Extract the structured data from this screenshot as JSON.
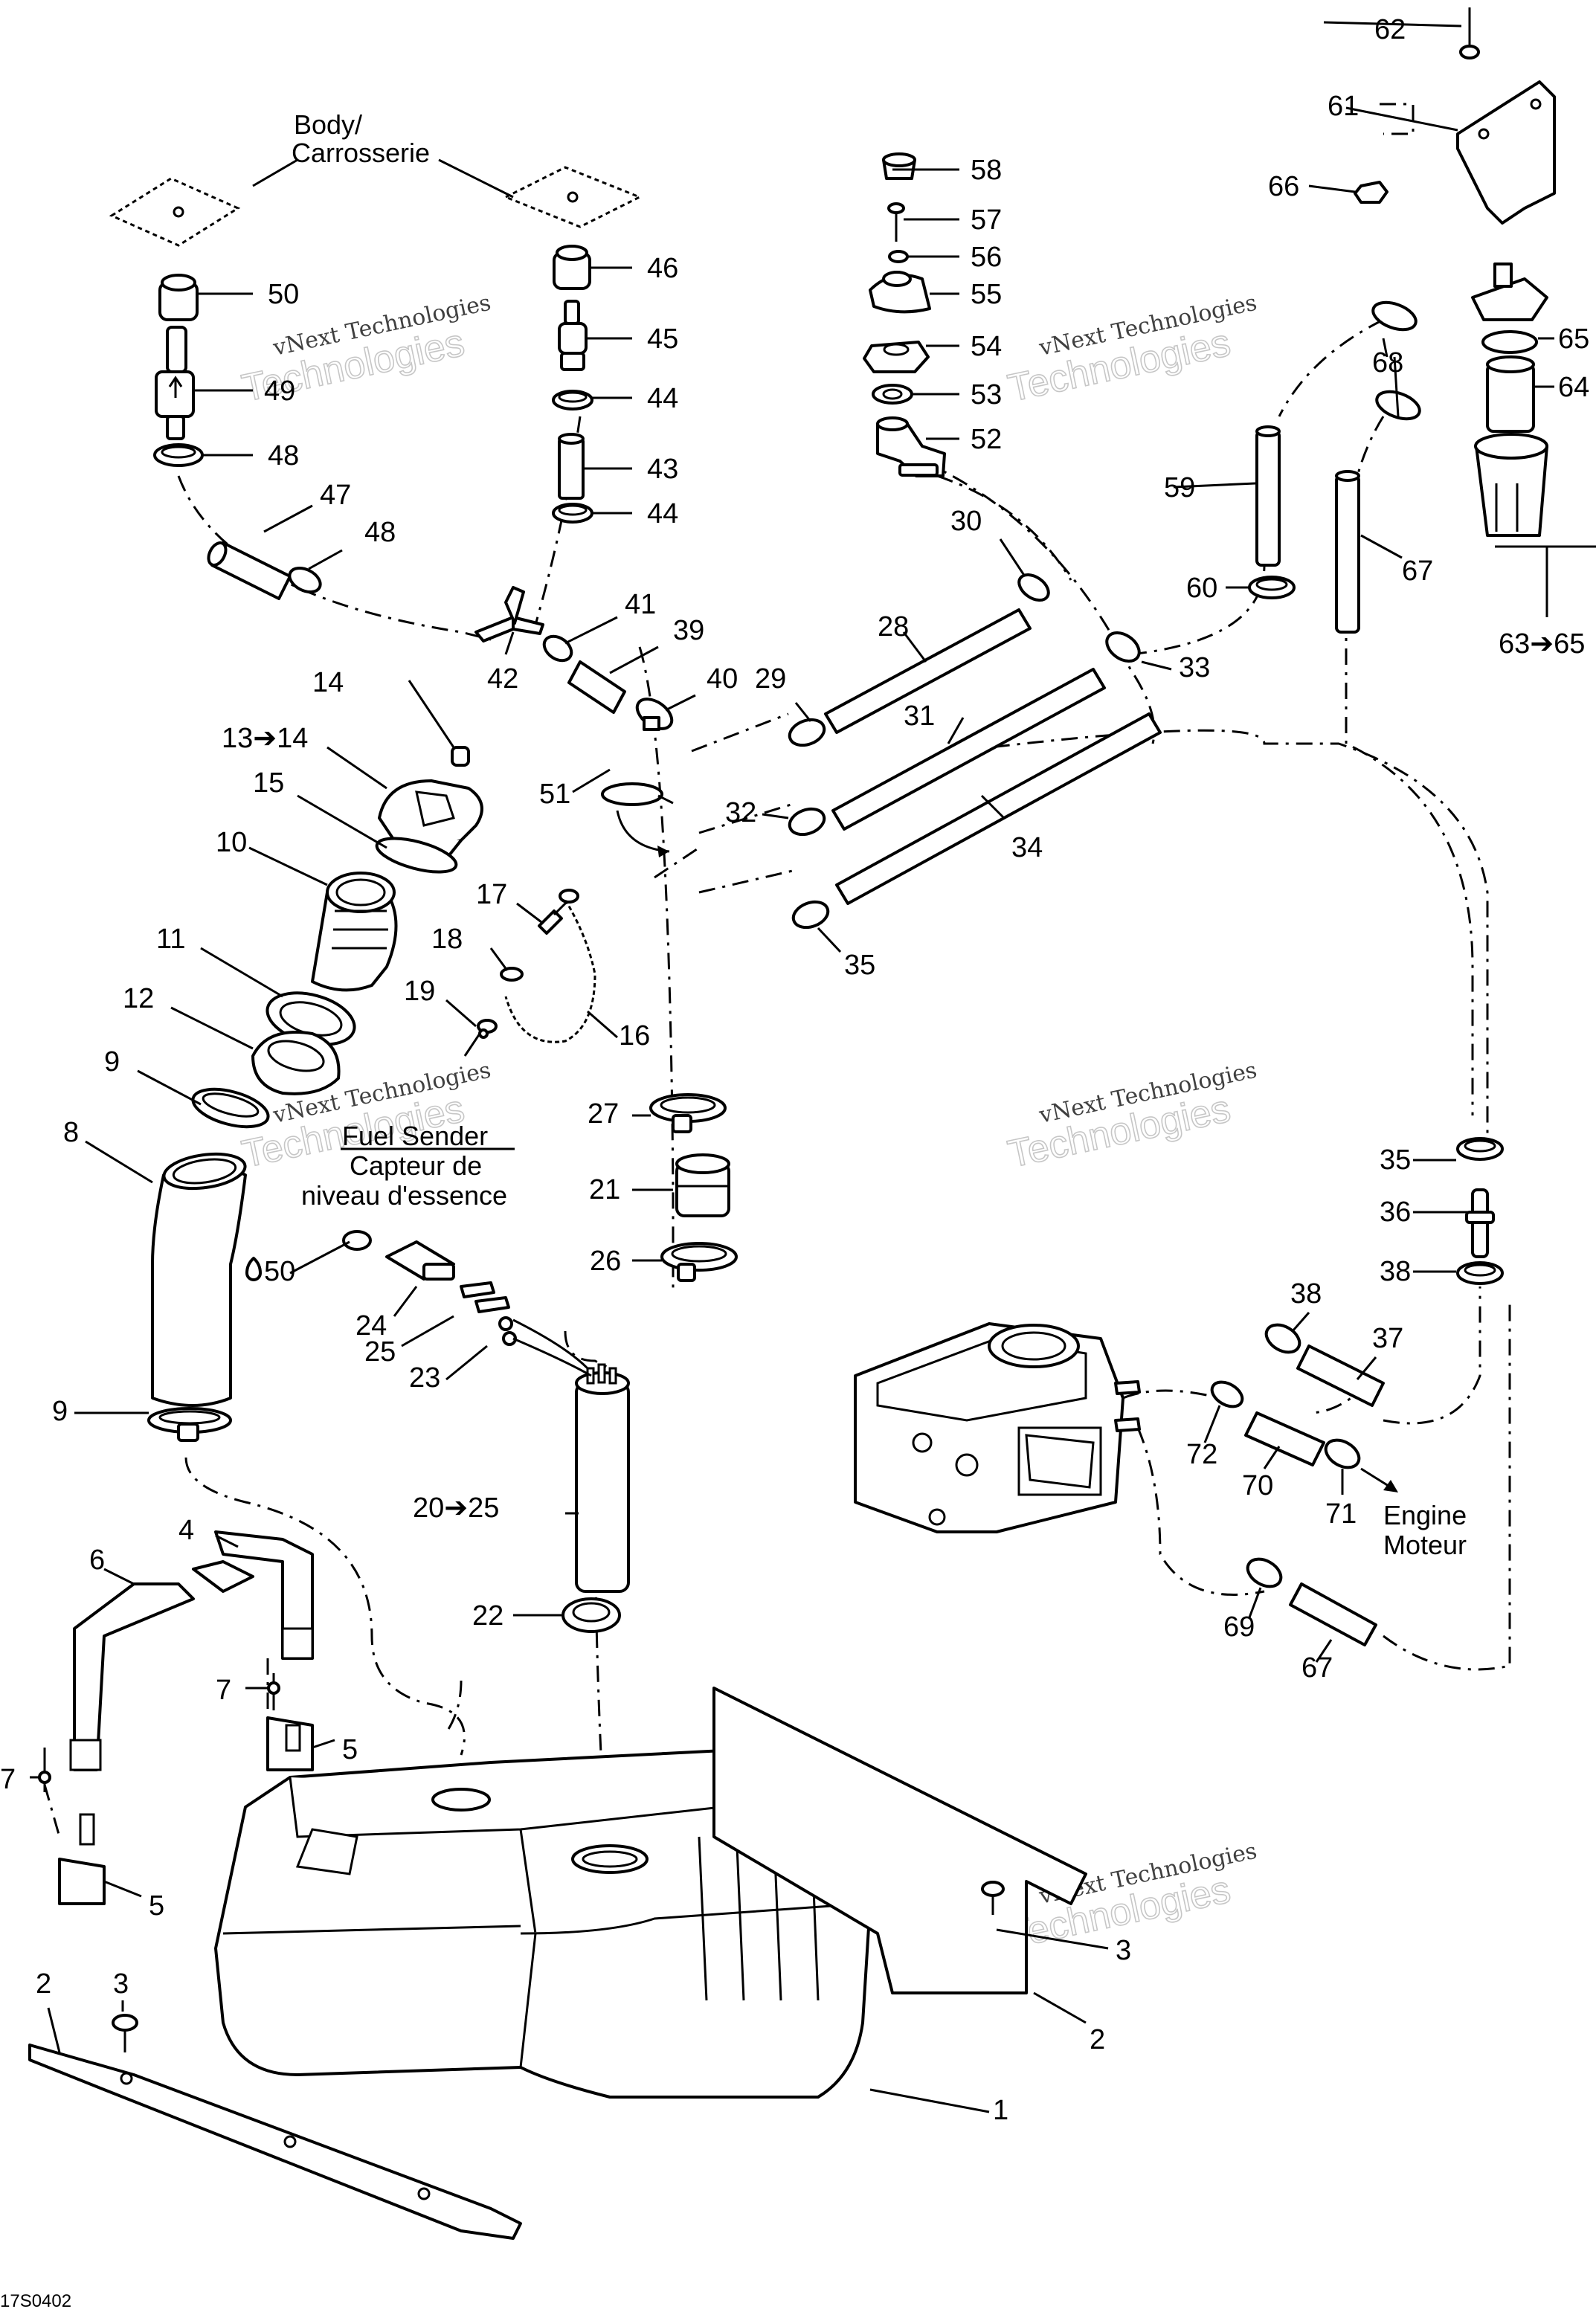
{
  "labels": {
    "body_line1": "Body/",
    "body_line2": "Carrosserie",
    "fuel_sender_line1": "Fuel Sender",
    "fuel_sender_line2": "Capteur de",
    "fuel_sender_line3": "niveau d'essence",
    "engine_line1": "Engine",
    "engine_line2": "Moteur",
    "diagram_code": "17S0402"
  },
  "callouts": {
    "n1": "1",
    "n2a": "2",
    "n2b": "2",
    "n3a": "3",
    "n3b": "3",
    "n4": "4",
    "n5a": "5",
    "n5b": "5",
    "n6": "6",
    "n7a": "7",
    "n7b": "7",
    "n8": "8",
    "n9a": "9",
    "n9b": "9",
    "n10": "10",
    "n11": "11",
    "n12": "12",
    "n13": "13➔14",
    "n14": "14",
    "n15": "15",
    "n16": "16",
    "n17": "17",
    "n18": "18",
    "n19": "19",
    "n20": "20➔25",
    "n21": "21",
    "n22": "22",
    "n23": "23",
    "n24": "24",
    "n25": "25",
    "n26": "26",
    "n27": "27",
    "n28": "28",
    "n29": "29",
    "n30": "30",
    "n31": "31",
    "n32": "32",
    "n33": "33",
    "n34": "34",
    "n35a": "35",
    "n35b": "35",
    "n36": "36",
    "n37": "37",
    "n38a": "38",
    "n38b": "38",
    "n39": "39",
    "n40": "40",
    "n41": "41",
    "n42": "42",
    "n43": "43",
    "n44a": "44",
    "n44b": "44",
    "n45": "45",
    "n46": "46",
    "n47": "47",
    "n48a": "48",
    "n48b": "48",
    "n49": "49",
    "n50": "50",
    "n50b": "50",
    "n51": "51",
    "n52": "52",
    "n53": "53",
    "n54": "54",
    "n55": "55",
    "n56": "56",
    "n57": "57",
    "n58": "58",
    "n59": "59",
    "n60": "60",
    "n61": "61",
    "n62": "62",
    "n63": "63➔65",
    "n64": "64",
    "n65": "65",
    "n66": "66",
    "n67a": "67",
    "n67b": "67",
    "n68": "68",
    "n69": "69",
    "n70": "70",
    "n71": "71",
    "n72": "72"
  },
  "watermarks": {
    "line1": "vNext Technologies",
    "line2": "Technologies"
  }
}
